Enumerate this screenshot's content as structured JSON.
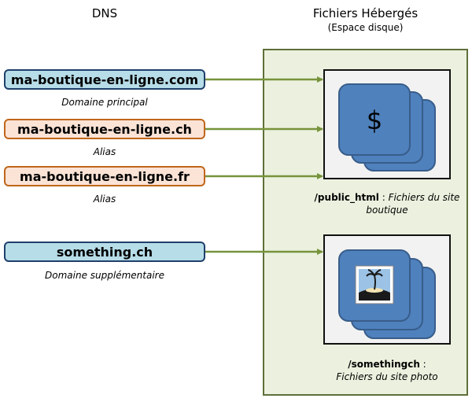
{
  "headings": {
    "dns": "DNS",
    "files": "Fichiers Hébergés",
    "files_sub": "(Espace disque)"
  },
  "domains": [
    {
      "name": "ma-boutique-en-ligne.com",
      "caption": "Domaine principal",
      "kind": "primary"
    },
    {
      "name": "ma-boutique-en-ligne.ch",
      "caption": "Alias",
      "kind": "alias"
    },
    {
      "name": "ma-boutique-en-ligne.fr",
      "caption": "Alias",
      "kind": "alias"
    },
    {
      "name": "something.ch",
      "caption": "Domaine supplémentaire",
      "kind": "primary"
    }
  ],
  "folders": [
    {
      "path": "/public_html",
      "separator": " : ",
      "desc": "Fichiers du site boutique",
      "icon": "dollar-icon",
      "symbol": "$"
    },
    {
      "path": "/somethingch",
      "separator": " :",
      "desc": "Fichiers du site photo",
      "icon": "island-photo-icon"
    }
  ],
  "colors": {
    "arrow": "#77933c",
    "stack_fill": "#4f81bd",
    "stack_border": "#385d8a",
    "primary_fill": "#b7dde8",
    "alias_fill": "#fbe3d6",
    "server_fill": "#ebf1de"
  }
}
